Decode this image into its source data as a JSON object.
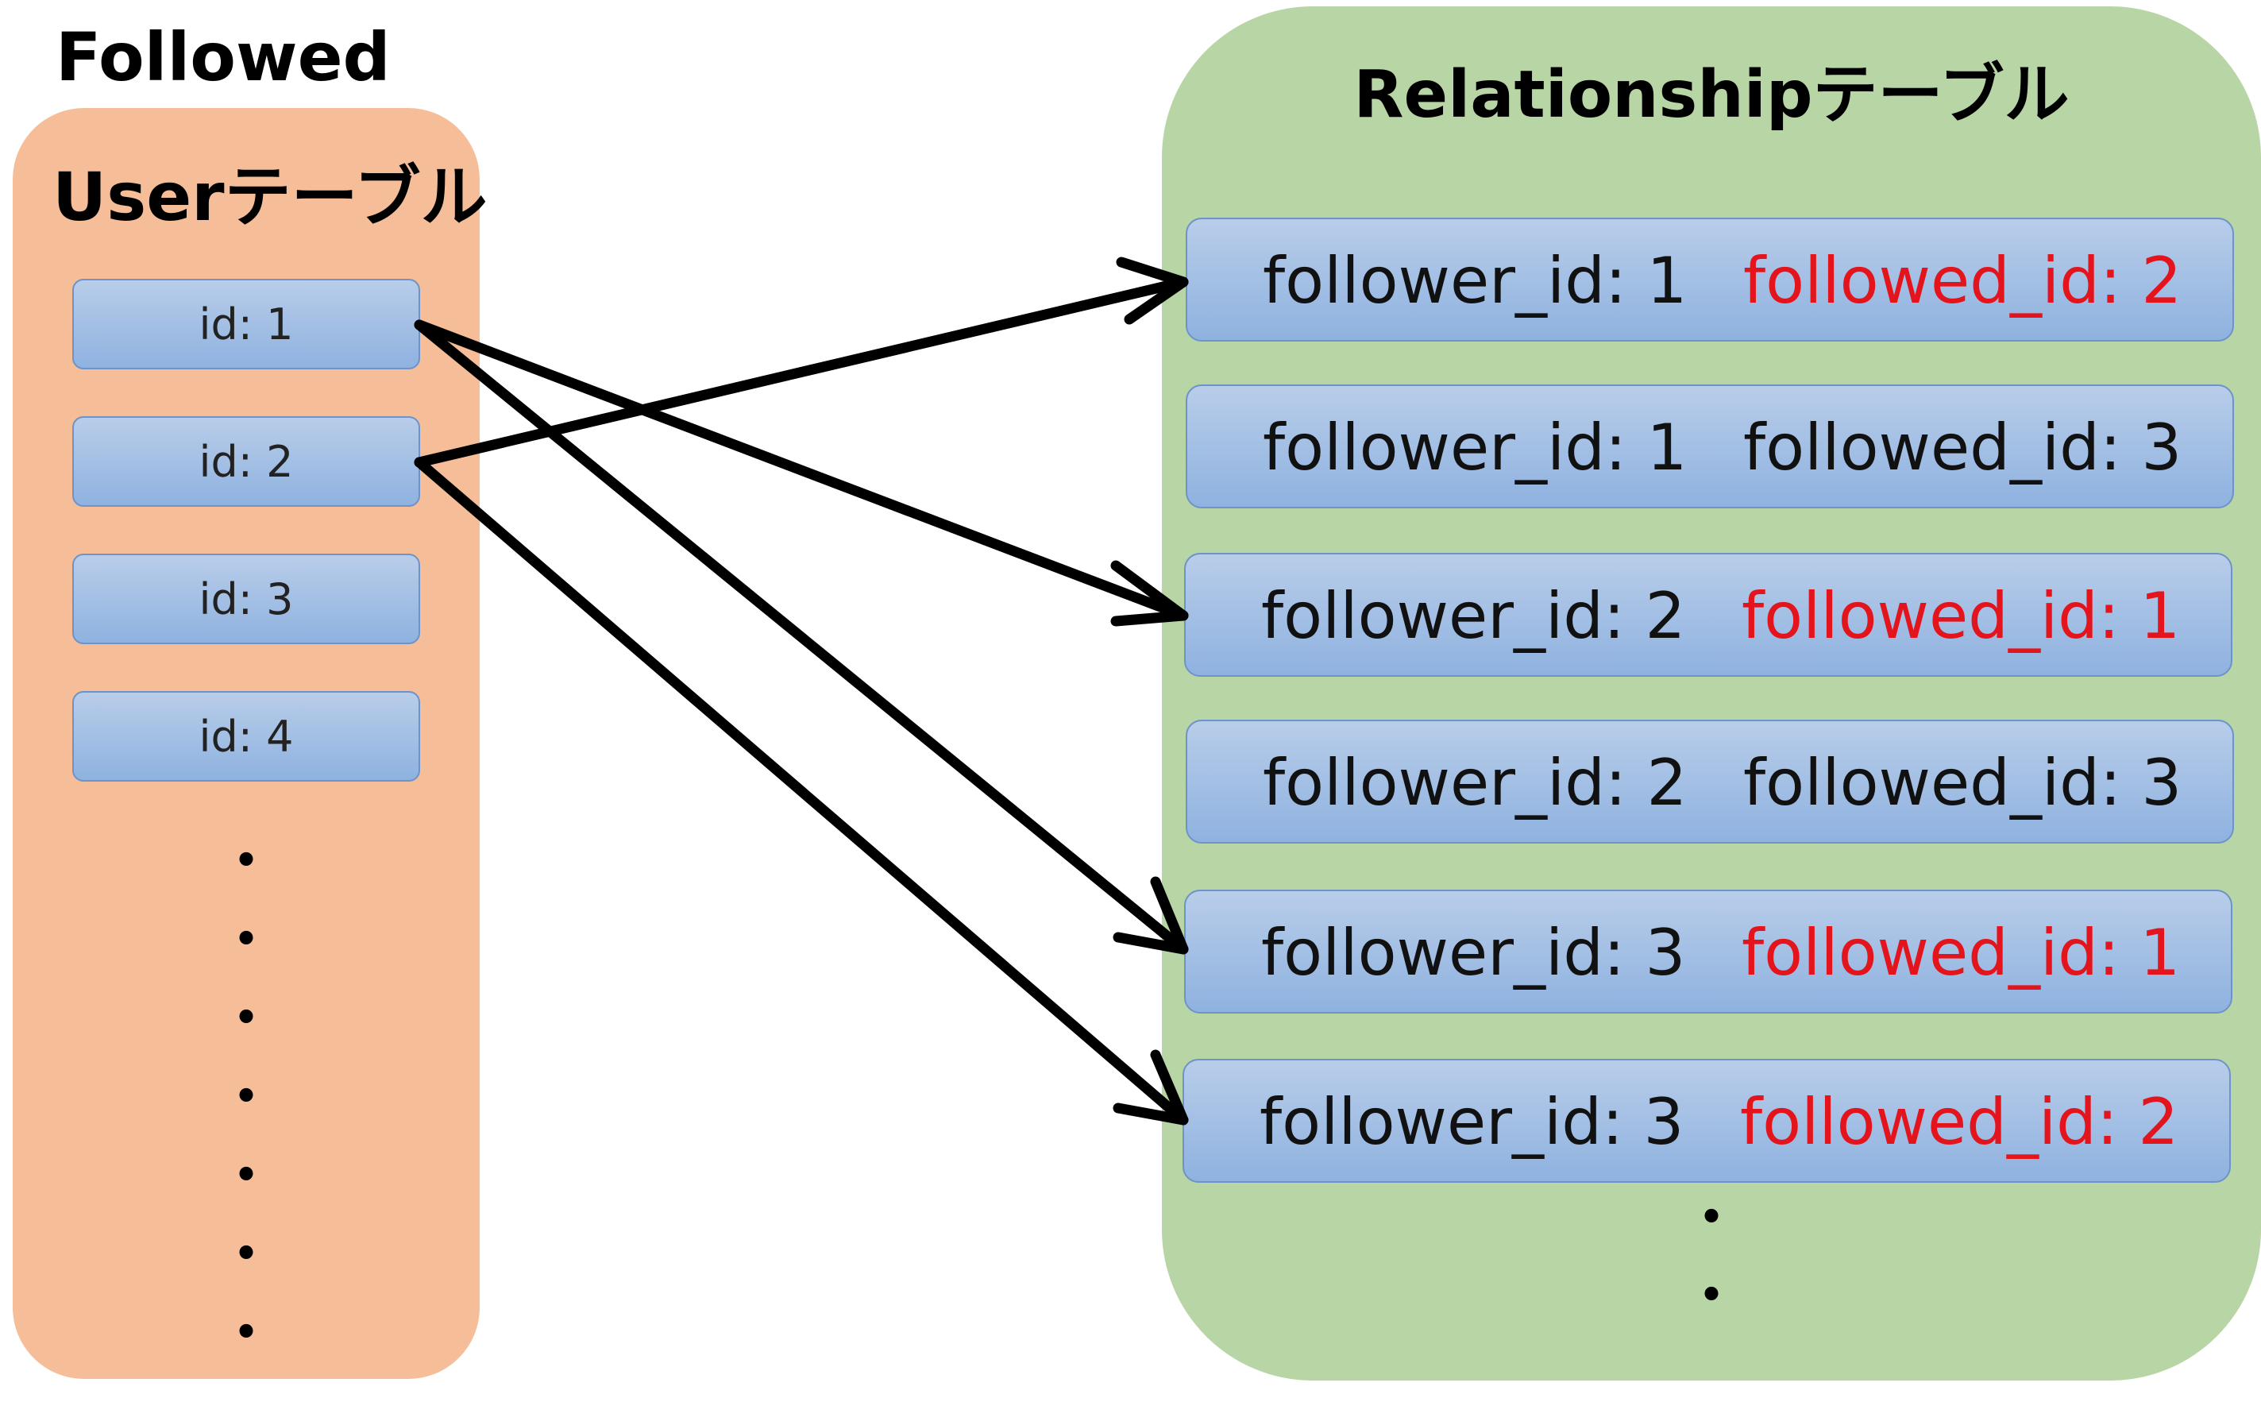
{
  "title_followed": "Followed",
  "user_table": {
    "title": "Userテーブル",
    "rows": [
      "id: 1",
      "id: 2",
      "id: 3",
      "id: 4"
    ],
    "dots": "・"
  },
  "relationship_table": {
    "title": "Relationshipテーブル",
    "rows": [
      {
        "follower": "follower_id: 1",
        "followed": "followed_id: 2",
        "highlight": true
      },
      {
        "follower": "follower_id: 1",
        "followed": "followed_id: 3",
        "highlight": false
      },
      {
        "follower": "follower_id: 2",
        "followed": "followed_id: 1",
        "highlight": true
      },
      {
        "follower": "follower_id: 2",
        "followed": "followed_id: 3",
        "highlight": false
      },
      {
        "follower": "follower_id: 3",
        "followed": "followed_id: 1",
        "highlight": true
      },
      {
        "follower": "follower_id: 3",
        "followed": "followed_id: 2",
        "highlight": true
      }
    ],
    "dots": "・"
  },
  "arrows": [
    {
      "from": "id: 1",
      "to": "follower_id: 2 followed_id: 1"
    },
    {
      "from": "id: 1",
      "to": "follower_id: 3 followed_id: 1"
    },
    {
      "from": "id: 2",
      "to": "follower_id: 1 followed_id: 2"
    },
    {
      "from": "id: 2",
      "to": "follower_id: 3 followed_id: 2"
    }
  ],
  "colors": {
    "user_panel": "#f5bd98",
    "relationship_panel": "#b8d5a5",
    "row_fill": "#a6c1e6",
    "highlight_text": "#e3141b"
  }
}
